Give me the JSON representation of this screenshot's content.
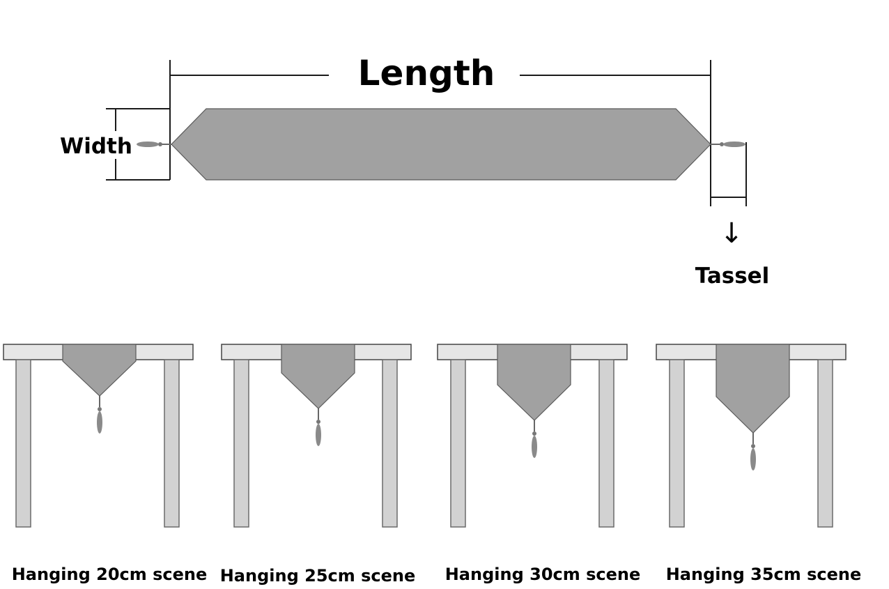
{
  "labels": {
    "length": "Length",
    "width": "Width",
    "tassel": "Tassel",
    "tassel_arrow": "↓"
  },
  "scenes": [
    {
      "label": "Hanging 20cm scene",
      "hang_cm": 20
    },
    {
      "label": "Hanging 25cm scene",
      "hang_cm": 25
    },
    {
      "label": "Hanging 30cm scene",
      "hang_cm": 30
    },
    {
      "label": "Hanging 35cm scene",
      "hang_cm": 35
    }
  ],
  "colors": {
    "runner": "#a1a1a1",
    "tabletop": "#e6e6e6",
    "leg": "#d2d2d2",
    "text": "#000000"
  }
}
